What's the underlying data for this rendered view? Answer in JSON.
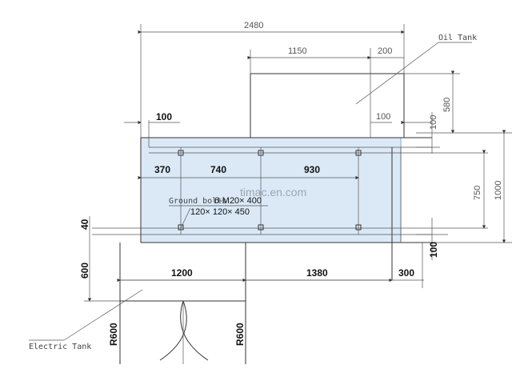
{
  "dimensions": {
    "total_width": "2480",
    "tank_width": "1150",
    "tank_offset": "200",
    "tank_depth": "580",
    "left_margin": "100",
    "right_inner": "100",
    "right_top": "100",
    "bolt_spacing_1": "370",
    "bolt_spacing_2": "740",
    "bolt_spacing_3": "930",
    "bolt_row_spacing": "750",
    "total_depth": "1000",
    "left_offset": "40",
    "left_depth": "600",
    "door_width": "1200",
    "middle_span": "1380",
    "right_end": "300",
    "bottom_right": "100",
    "radius_left": "R600",
    "radius_right": "R600"
  },
  "labels": {
    "oil_tank": "Oil Tank",
    "electric_tank": "Electric Tank",
    "ground_bolts": "Ground bolts",
    "bolt_spec": "6-M20× 400",
    "plate_spec": "120× 120× 450",
    "watermark": "timac.en.com"
  },
  "colors": {
    "highlight_fill": "#dbe9f7",
    "line": "#333333"
  }
}
